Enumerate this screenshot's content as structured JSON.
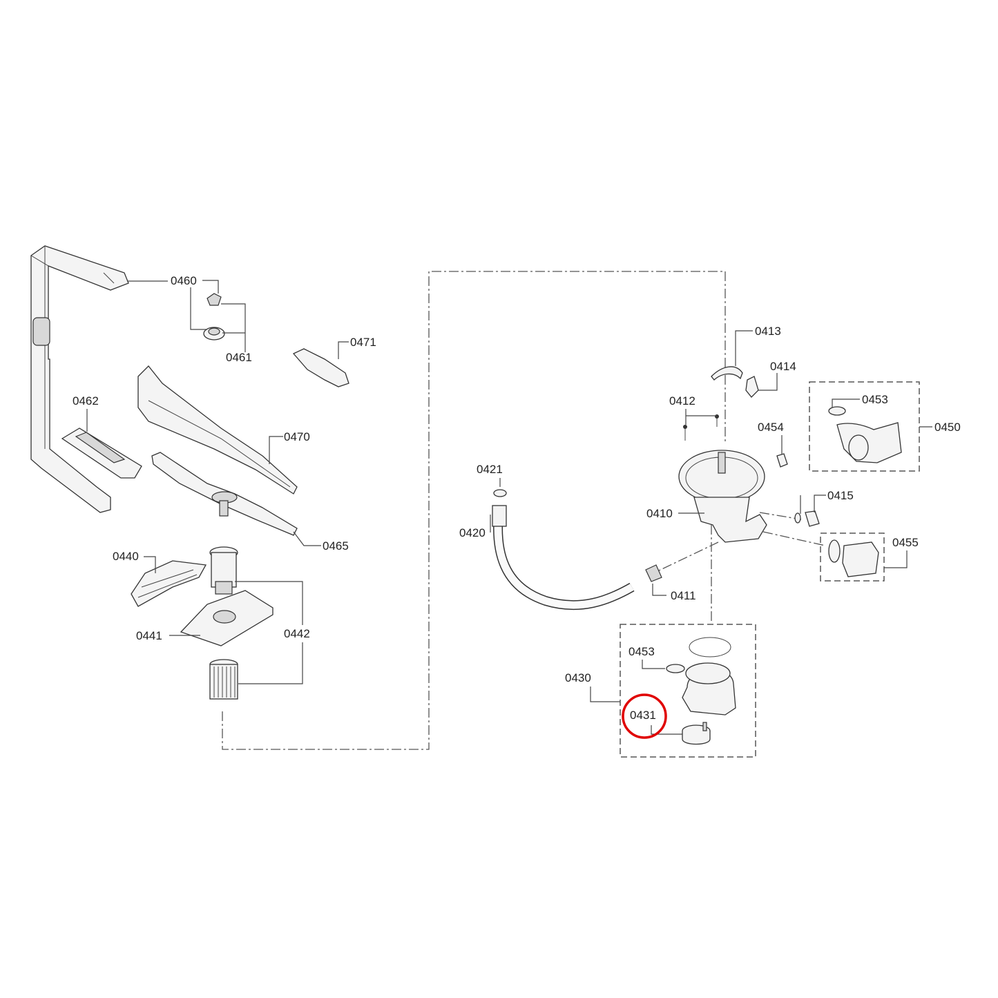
{
  "diagram": {
    "labels": {
      "p0460": "0460",
      "p0461": "0461",
      "p0471": "0471",
      "p0462": "0462",
      "p0470": "0470",
      "p0465": "0465",
      "p0440": "0440",
      "p0441": "0441",
      "p0442": "0442",
      "p0421": "0421",
      "p0420": "0420",
      "p0413": "0413",
      "p0414": "0414",
      "p0412": "0412",
      "p0453a": "0453",
      "p0450": "0450",
      "p0454": "0454",
      "p0415": "0415",
      "p0410": "0410",
      "p0455": "0455",
      "p0411": "0411",
      "p0453b": "0453",
      "p0430": "0430",
      "p0431": "0431"
    },
    "highlight": {
      "label": "0431",
      "color": "#e00000"
    }
  }
}
